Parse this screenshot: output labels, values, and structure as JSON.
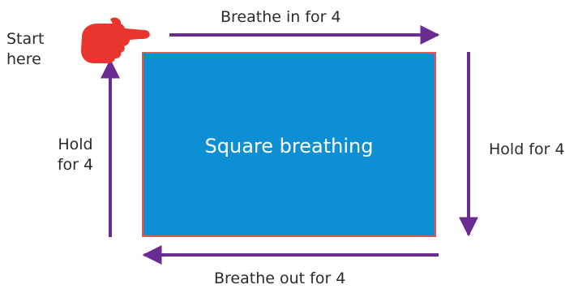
{
  "start_label": "Start\nhere",
  "steps": {
    "top": "Breathe in for 4",
    "right": "Hold for 4",
    "bottom": "Breathe out for 4",
    "left": "Hold\nfor 4"
  },
  "square_title": "Square breathing",
  "colors": {
    "square_fill": "#0f8fd3",
    "square_border": "#e6564f",
    "arrow": "#6a2c91",
    "hand": "#e8362e"
  },
  "icons": [
    "pointing-hand-icon"
  ]
}
